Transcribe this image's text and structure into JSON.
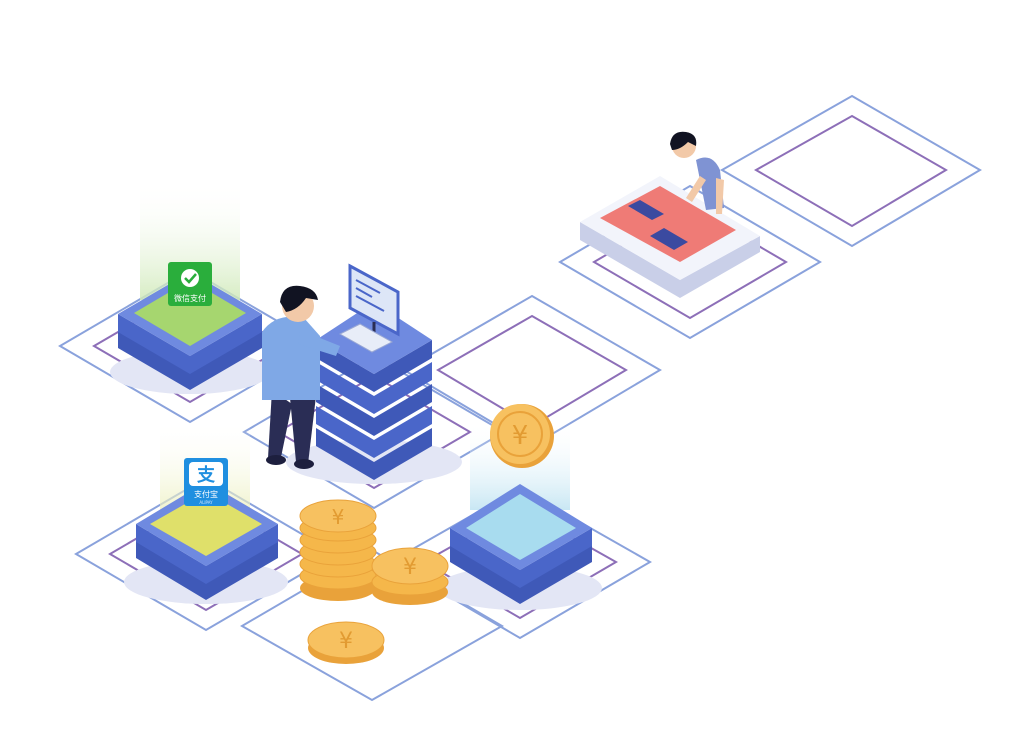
{
  "wechat_pay": {
    "label": "微信支付",
    "icon": "wechat-check-icon",
    "color": "#2aae3c"
  },
  "alipay": {
    "glyph": "支",
    "label": "支付宝",
    "sub": "ALIPAY",
    "color": "#1f8fe0"
  },
  "coin": {
    "symbol": "¥",
    "color": "#f5b74a"
  },
  "palette": {
    "tile_outline_outer": "#8aa2dc",
    "tile_outline_inner": "#8d6fb8",
    "server_blue": "#4a66c9",
    "server_top": "#6f8ae0",
    "shadow": "#e3e6f5",
    "card_red": "#ef7b76",
    "person_shirt": "#7fa8e6",
    "person_pants": "#2a2d55"
  }
}
